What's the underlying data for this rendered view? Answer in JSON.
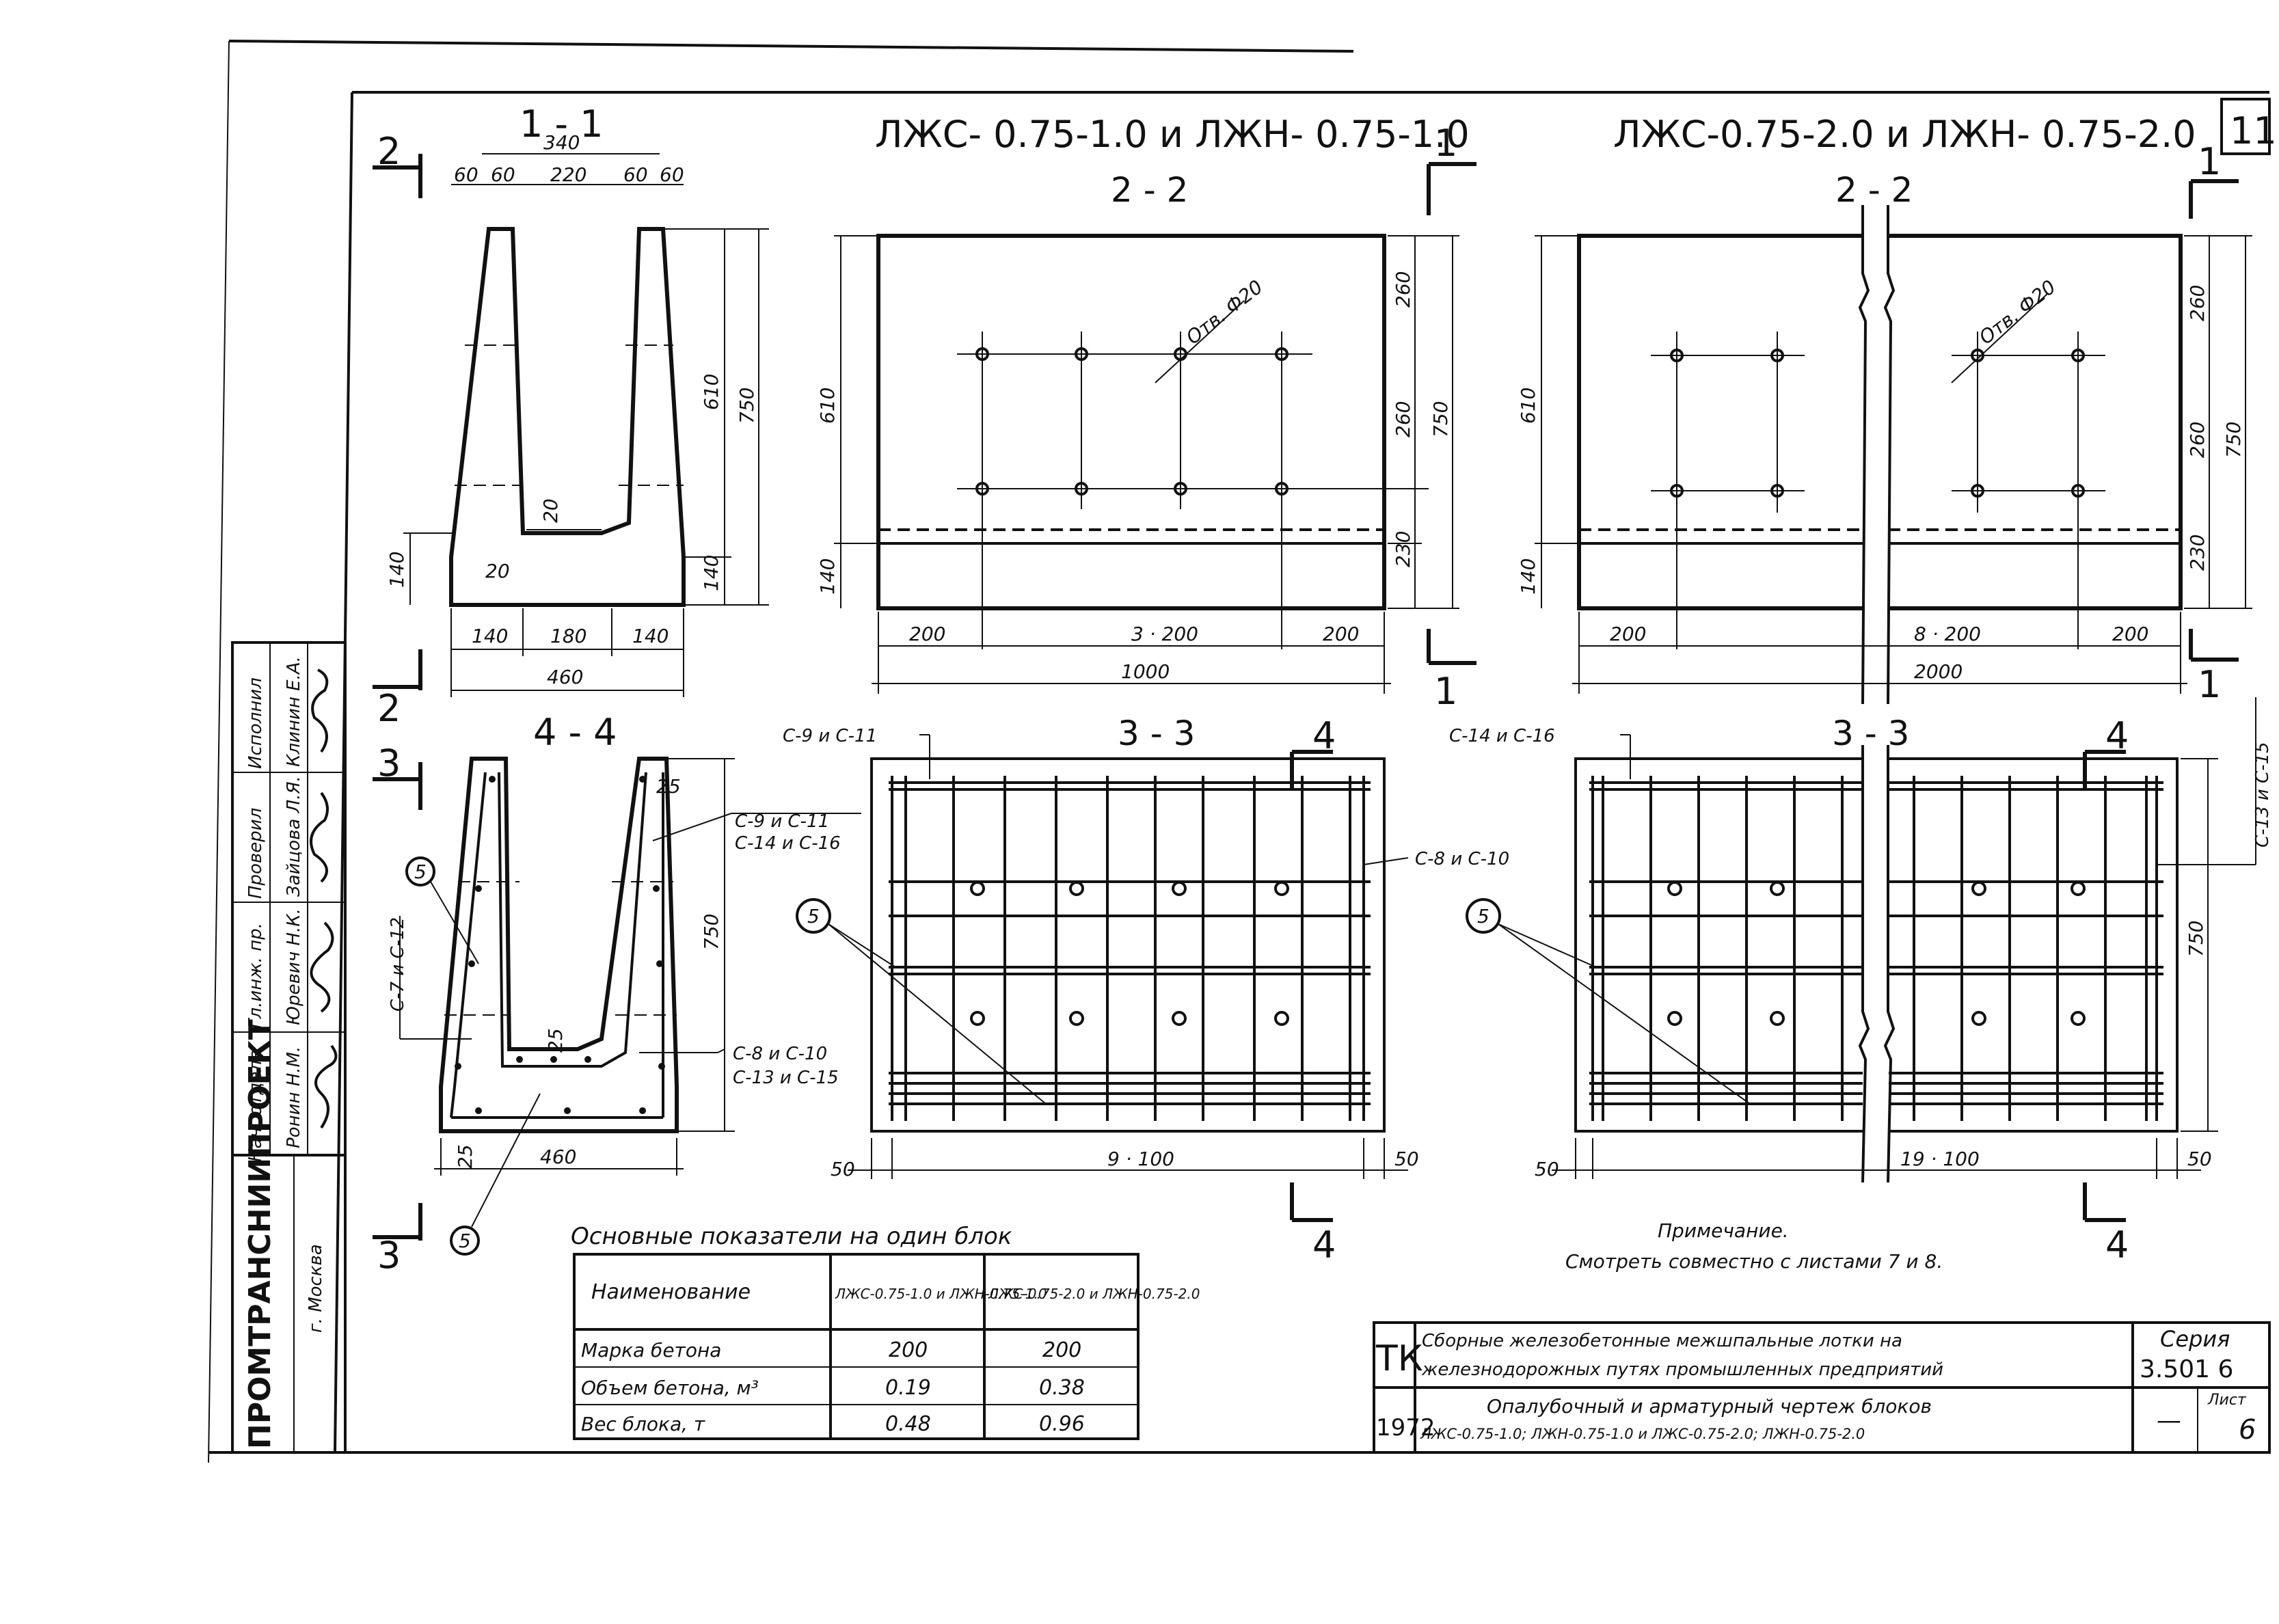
{
  "sheet_number": "11",
  "headings": {
    "section_1_1": "1 - 1",
    "section_2_2_left": "2 - 2",
    "section_2_2_right": "2 - 2",
    "section_3_3_left": "3 - 3",
    "section_3_3_right": "3 - 3",
    "section_4_4": "4 - 4",
    "title_left": "ЛЖС- 0.75-1.0 и ЛЖН- 0.75-1.0",
    "title_right": "ЛЖС-0.75-2.0 и ЛЖН- 0.75-2.0"
  },
  "cut_marks": [
    "2",
    "2",
    "3",
    "3",
    "1",
    "1",
    "4",
    "4",
    "1",
    "1",
    "4",
    "4"
  ],
  "dims_1_1": {
    "top": [
      "340",
      "60",
      "60",
      "220",
      "60",
      "60"
    ],
    "bottom": [
      "140",
      "180",
      "140",
      "460"
    ],
    "right": [
      "610",
      "750",
      "140"
    ],
    "left": [
      "140"
    ],
    "inner": [
      "20",
      "20"
    ]
  },
  "dims_2_2_left": {
    "bottom": [
      "200",
      "3 · 200",
      "200",
      "1000"
    ],
    "left": [
      "610",
      "140"
    ],
    "right": [
      "260",
      "260",
      "230",
      "750"
    ],
    "hole": "Отв. Ф20"
  },
  "dims_2_2_right": {
    "bottom": [
      "200",
      "8 · 200",
      "200",
      "2000"
    ],
    "left": [
      "610",
      "140"
    ],
    "right": [
      "260",
      "260",
      "230",
      "750"
    ],
    "hole": "Отв. Ф20"
  },
  "dims_4_4": {
    "bottom": "460",
    "right": "750",
    "cover": [
      "25",
      "25",
      "25"
    ]
  },
  "dims_3_3_left": {
    "bottom": [
      "50",
      "9 · 100",
      "50"
    ]
  },
  "dims_3_3_right": {
    "bottom": [
      "50",
      "19 · 100",
      "50"
    ],
    "right": "750"
  },
  "callouts": {
    "c9_c11": "С-9 и С-11",
    "c9_c11_44": "С-9 и С-11",
    "c14_c16_44": "С-14 и С-16",
    "c7_c12": "С-7 и С-12",
    "c8_c10_44": "С-8 и С-10",
    "c13_c15_44": "С-13 и С-15",
    "c14_c16": "С-14 и С-16",
    "c8_c10": "С-8 и С-10",
    "c13_c15": "С-13 и С-15",
    "pos5": "5"
  },
  "stamp_side": {
    "roles": [
      "Нач. отдела",
      "Гл.инж. пр.",
      "Проверил",
      "Исполнил"
    ],
    "names": [
      "Ронин Н.М.",
      "Юревич Н.К.",
      "Зайцова Л.Я.",
      "Клинин Е.А."
    ],
    "org": "ПРОМТРАНСНИИПРОЕКТ",
    "city": "г. Москва"
  },
  "table": {
    "caption": "Основные показатели на один блок",
    "header": [
      "Наименование",
      "ЛЖС-0.75-1.0 и ЛЖН-0.75-1.0",
      "ЛЖС-0.75-2.0 и ЛЖН-0.75-2.0"
    ],
    "rows": [
      [
        "Марка бетона",
        "200",
        "200"
      ],
      [
        "Объем бетона, м³",
        "0.19",
        "0.38"
      ],
      [
        "Вес блока, т",
        "0.48",
        "0.96"
      ]
    ]
  },
  "note": {
    "title": "Примечание.",
    "text": "Смотреть совместно с листами 7 и 8."
  },
  "title_block": {
    "mark": "ТК",
    "year": "1972",
    "line1a": "Сборные железобетонные межшпальные лотки на",
    "line1b": "железнодорожных путях промышленных предприятий",
    "line2a": "Опалубочный и арматурный чертеж блоков",
    "line2b": "ЛЖС-0.75-1.0; ЛЖН-0.75-1.0 и ЛЖС-0.75-2.0; ЛЖН-0.75-2.0",
    "series_label": "Серия",
    "series_value": "3.501 6",
    "sheet_label": "Лист",
    "sheet_value": "6",
    "dash": "—"
  }
}
